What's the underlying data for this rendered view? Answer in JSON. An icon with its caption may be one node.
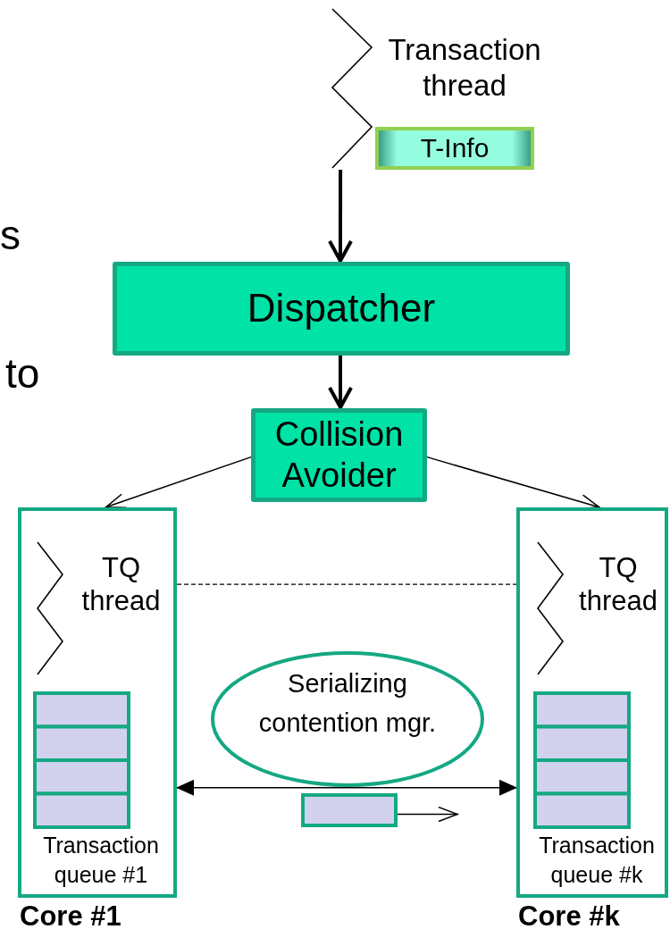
{
  "diagram": {
    "nodes": [
      {
        "text": [
          "Transaction thread"
        ]
      },
      {
        "text": [
          "T-Info"
        ],
        "in": 0
      },
      {
        "text": [
          "Dispatcher"
        ]
      },
      {
        "text": [
          "Collision Avoider"
        ]
      },
      {
        "text": [
          "Core #1"
        ]
      },
      {
        "text": [
          "TQ thread"
        ],
        "in": 4
      },
      {
        "text": [
          "Transaction queue #1"
        ],
        "in": 4
      },
      {
        "text": [
          "Core #k"
        ]
      },
      {
        "text": [
          "TQ thread"
        ],
        "in": 7
      },
      {
        "text": [
          "Transaction queue #k"
        ],
        "in": 7
      },
      {
        "text": [
          "Serializing contention mgr."
        ]
      },
      {
        "text": [],
        "shape": "box"
      }
    ],
    "edges": [
      {
        "from": 0,
        "to": 2,
        "arrow": "to",
        "style": "thick"
      },
      {
        "from": 2,
        "to": 3,
        "arrow": "to",
        "style": "thick"
      },
      {
        "from": 3,
        "to": 4,
        "arrow": "to"
      },
      {
        "from": 3,
        "to": 7,
        "arrow": "to"
      },
      {
        "from": 4,
        "to": 7,
        "arrow": "none",
        "style": "dashed"
      },
      {
        "from": 4,
        "to": 7,
        "arrow": "both"
      },
      {
        "from": 11,
        "to": null,
        "arrow": "to"
      }
    ],
    "labels": [
      "s",
      "to"
    ]
  }
}
